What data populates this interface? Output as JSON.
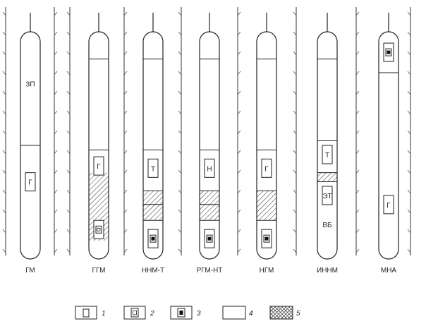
{
  "tools": [
    {
      "label": "ГМ",
      "zones": [
        {
          "from": 0.5,
          "to": 0.86,
          "fill": "blank"
        }
      ],
      "dividers": [
        0.5
      ],
      "boxes": [
        {
          "type": "detector",
          "text": "Г",
          "pos": 0.62
        }
      ],
      "side_labels": [
        {
          "text": "ЗП",
          "pos": 0.24
        }
      ]
    },
    {
      "label": "ГГМ",
      "zones": [
        {
          "from": 0.52,
          "to": 0.62,
          "fill": "blank"
        },
        {
          "from": 0.62,
          "to": 0.92,
          "fill": "hatch"
        }
      ],
      "dividers": [
        0.12,
        0.52
      ],
      "boxes": [
        {
          "type": "detector",
          "text": "Г",
          "pos": 0.55
        },
        {
          "type": "source_gamma",
          "text": "",
          "pos": 0.83
        }
      ],
      "side_labels": []
    },
    {
      "label": "ННМ-Т",
      "zones": [
        {
          "from": 0.52,
          "to": 0.7,
          "fill": "blank"
        },
        {
          "from": 0.7,
          "to": 0.83,
          "fill": "hatch"
        }
      ],
      "dividers": [
        0.12,
        0.52,
        0.7,
        0.76,
        0.83
      ],
      "boxes": [
        {
          "type": "detector",
          "text": "Т",
          "pos": 0.56
        },
        {
          "type": "source_neutron",
          "text": "",
          "pos": 0.87
        }
      ],
      "side_labels": []
    },
    {
      "label": "РГМ-НТ",
      "zones": [
        {
          "from": 0.52,
          "to": 0.7,
          "fill": "blank"
        },
        {
          "from": 0.7,
          "to": 0.83,
          "fill": "hatch"
        }
      ],
      "dividers": [
        0.12,
        0.52,
        0.7,
        0.76,
        0.83
      ],
      "boxes": [
        {
          "type": "detector",
          "text": "Н",
          "pos": 0.56
        },
        {
          "type": "source_neutron",
          "text": "",
          "pos": 0.87
        }
      ],
      "side_labels": []
    },
    {
      "label": "НГМ",
      "zones": [
        {
          "from": 0.52,
          "to": 0.7,
          "fill": "blank"
        },
        {
          "from": 0.7,
          "to": 0.83,
          "fill": "hatch"
        }
      ],
      "dividers": [
        0.12,
        0.52,
        0.7,
        0.83
      ],
      "boxes": [
        {
          "type": "detector",
          "text": "Г",
          "pos": 0.56
        },
        {
          "type": "source_neutron",
          "text": "",
          "pos": 0.87
        }
      ],
      "side_labels": []
    },
    {
      "label": "ИННМ",
      "zones": [
        {
          "from": 0.48,
          "to": 0.62,
          "fill": "blank"
        },
        {
          "from": 0.62,
          "to": 0.66,
          "fill": "hatch"
        }
      ],
      "dividers": [
        0.12,
        0.48,
        0.62,
        0.66
      ],
      "boxes": [
        {
          "type": "detector",
          "text": "Т",
          "pos": 0.5
        },
        {
          "type": "detector",
          "text": "ЭТ",
          "pos": 0.68
        }
      ],
      "side_labels": [
        {
          "text": "ВБ",
          "pos": 0.86
        }
      ]
    },
    {
      "label": "МНА",
      "zones": [],
      "dividers": [
        0.18
      ],
      "boxes": [
        {
          "type": "source_neutron",
          "text": "",
          "pos": 0.05
        },
        {
          "type": "detector",
          "text": "Г",
          "pos": 0.72
        }
      ],
      "side_labels": []
    }
  ],
  "legend": [
    {
      "icon": "detector",
      "number": "1"
    },
    {
      "icon": "source_gamma",
      "number": "2"
    },
    {
      "icon": "source_neutron",
      "number": "3"
    },
    {
      "icon": "blank",
      "number": "4"
    },
    {
      "icon": "hatch",
      "number": "5"
    }
  ]
}
